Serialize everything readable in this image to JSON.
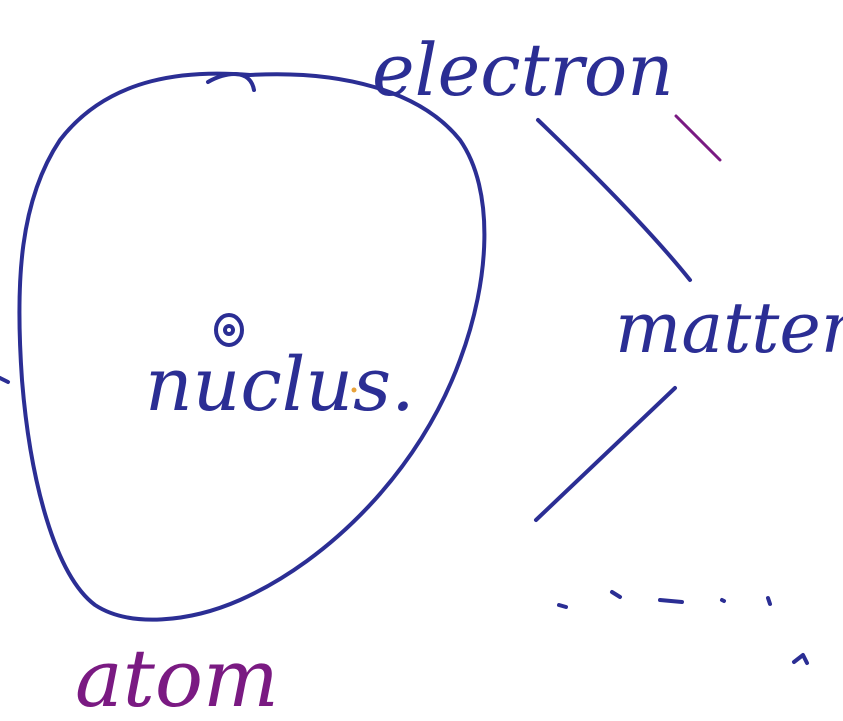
{
  "colors": {
    "ink_blue": "#2b2e94",
    "ink_purple": "#7a1a82",
    "ink_orange": "#e8a23a"
  },
  "labels": {
    "electron": "electron",
    "nucleus": "nuclus.",
    "matter": "matter",
    "atom": "atom"
  }
}
